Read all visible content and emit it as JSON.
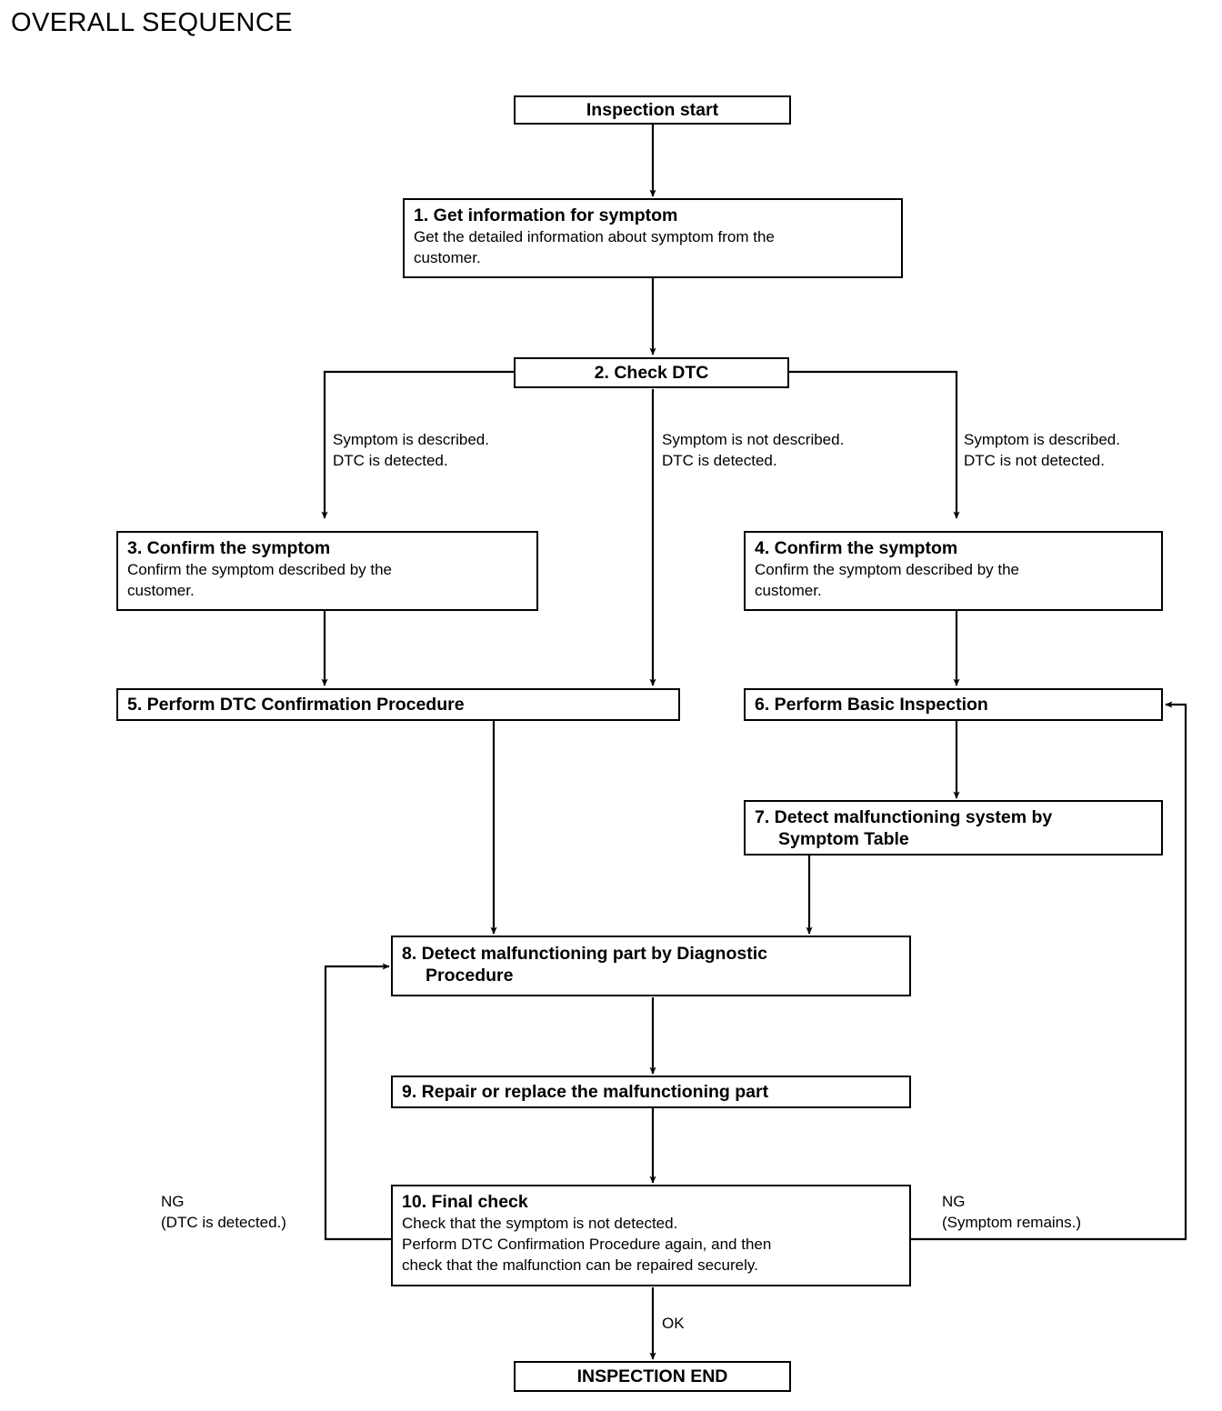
{
  "page": {
    "title": "OVERALL SEQUENCE",
    "line_color": "#000000",
    "background_color": "#ffffff",
    "text_color": "#000000"
  },
  "nodes": {
    "start": {
      "title": "Inspection start"
    },
    "step1": {
      "title": "1. Get information for symptom",
      "body": "Get the detailed information about symptom from the\ncustomer."
    },
    "step2": {
      "title": "2. Check DTC"
    },
    "step3": {
      "title": "3. Confirm the symptom",
      "body": "Confirm the symptom described by the\ncustomer."
    },
    "step4": {
      "title": "4. Confirm the symptom",
      "body": "Confirm the symptom described by the\ncustomer."
    },
    "step5": {
      "title": "5. Perform DTC Confirmation Procedure"
    },
    "step6": {
      "title": "6. Perform Basic Inspection"
    },
    "step7": {
      "title": "7. Detect malfunctioning system by\nSymptom Table"
    },
    "step8": {
      "title": "8. Detect malfunctioning part by Diagnostic\nProcedure"
    },
    "step9": {
      "title": "9. Repair or replace the malfunctioning part"
    },
    "step10": {
      "title": "10. Final check",
      "body": "Check that the symptom is not detected.\nPerform DTC Confirmation Procedure again, and then\ncheck that the malfunction can be repaired securely."
    },
    "end": {
      "title": "INSPECTION END"
    }
  },
  "edge_labels": {
    "branch_left": "Symptom is described.\nDTC is detected.",
    "branch_middle": "Symptom is not described.\nDTC is detected.",
    "branch_right": "Symptom is described.\nDTC is not detected.",
    "ng_left": "NG\n(DTC is detected.)",
    "ng_right": "NG\n(Symptom remains.)",
    "ok": "OK"
  }
}
